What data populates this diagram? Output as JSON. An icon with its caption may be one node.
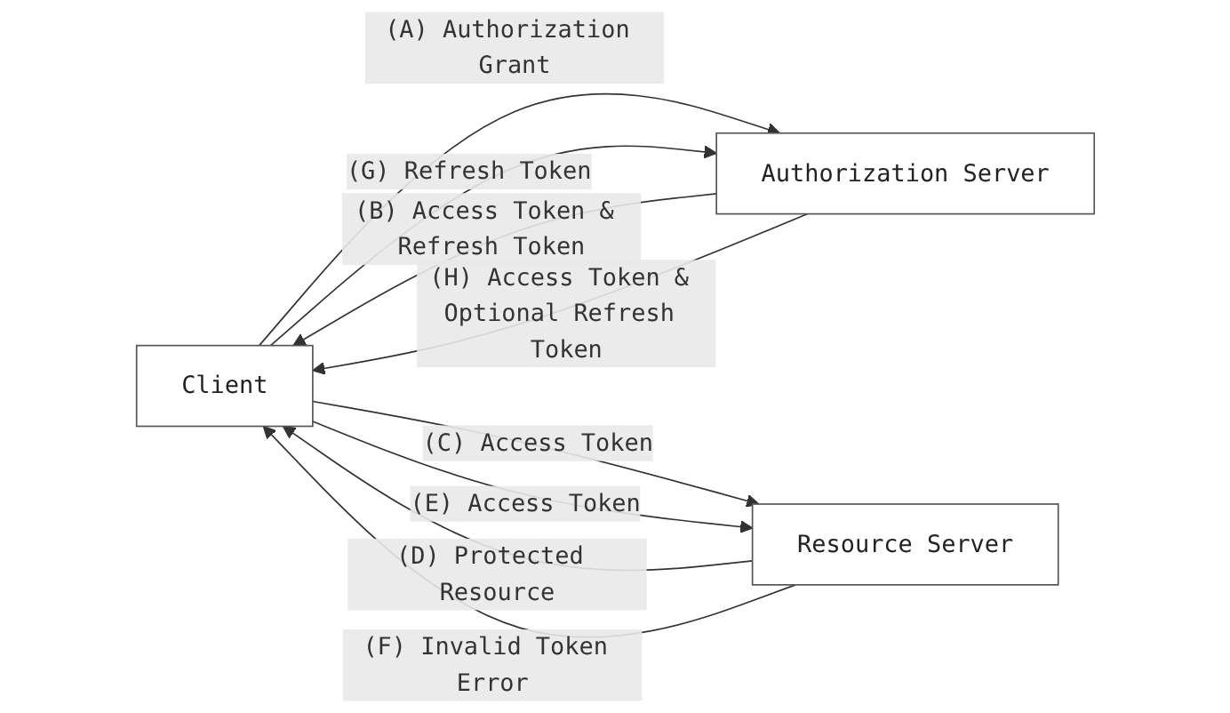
{
  "diagram": {
    "nodes": [
      {
        "text": [
          "Client"
        ]
      },
      {
        "text": [
          "Resource Server"
        ]
      },
      {
        "text": [
          "Authorization Server"
        ]
      }
    ],
    "edges": [
      {
        "from": 0,
        "to": 2,
        "arrow": "to",
        "label": "(A) Authorization Grant"
      },
      {
        "from": 2,
        "to": 0,
        "arrow": "to",
        "label": "(B) Access Token & Refresh Token"
      },
      {
        "from": 0,
        "to": 1,
        "arrow": "to",
        "label": "(C) Access Token"
      },
      {
        "from": 1,
        "to": 0,
        "arrow": "to",
        "label": "(D) Protected Resource"
      },
      {
        "from": 0,
        "to": 1,
        "arrow": "to",
        "label": "(E) Access Token"
      },
      {
        "from": 1,
        "to": 0,
        "arrow": "to",
        "label": "(F) Invalid Token Error"
      },
      {
        "from": 0,
        "to": 2,
        "arrow": "to",
        "label": "(G) Refresh Token"
      },
      {
        "from": 2,
        "to": 0,
        "arrow": "to",
        "label": "(H) Access Token & Optional Refresh Token"
      }
    ]
  }
}
